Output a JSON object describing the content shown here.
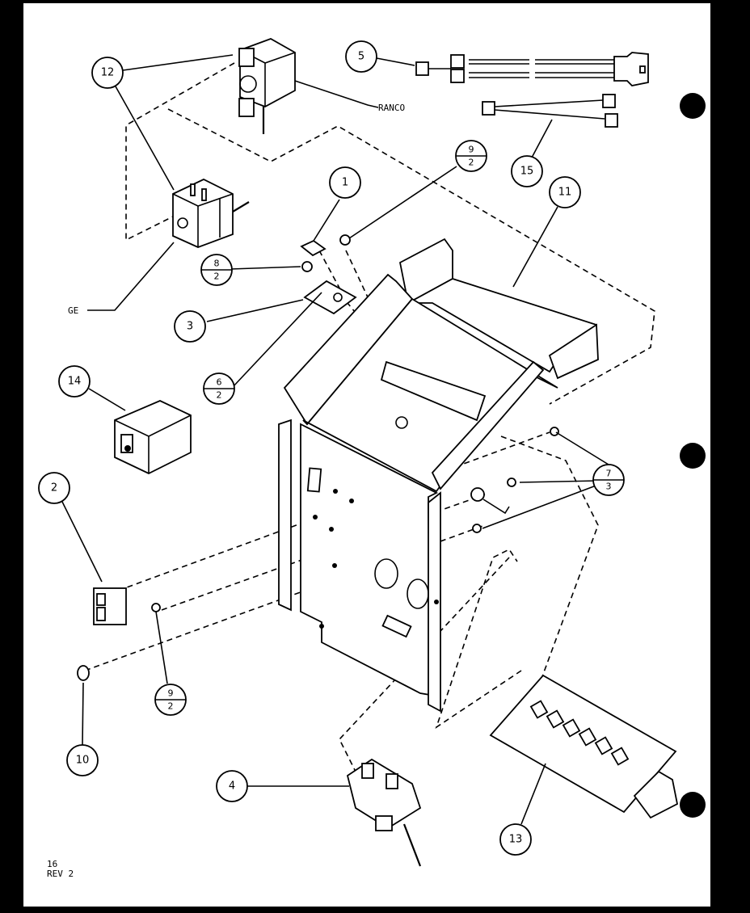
{
  "diagram": {
    "title": "Control panel exploded parts view",
    "callouts": [
      {
        "id": "12",
        "label": "12"
      },
      {
        "id": "5",
        "label": "5"
      },
      {
        "id": "15",
        "label": "15"
      },
      {
        "id": "1",
        "label": "1"
      },
      {
        "id": "11",
        "label": "11"
      },
      {
        "id": "3",
        "label": "3"
      },
      {
        "id": "14",
        "label": "14"
      },
      {
        "id": "2",
        "label": "2"
      },
      {
        "id": "10",
        "label": "10"
      },
      {
        "id": "4",
        "label": "4"
      },
      {
        "id": "13",
        "label": "13"
      }
    ],
    "fraction_callouts": [
      {
        "id": "9-2-top",
        "num": "9",
        "den": "2"
      },
      {
        "id": "8-2",
        "num": "8",
        "den": "2"
      },
      {
        "id": "6-2",
        "num": "6",
        "den": "2"
      },
      {
        "id": "7-3",
        "num": "7",
        "den": "3"
      },
      {
        "id": "9-2-bottom",
        "num": "9",
        "den": "2"
      }
    ],
    "text_labels": {
      "ranco": "RANCO",
      "ge": "GE"
    },
    "footer": {
      "page": "16",
      "revision": "REV 2"
    }
  }
}
